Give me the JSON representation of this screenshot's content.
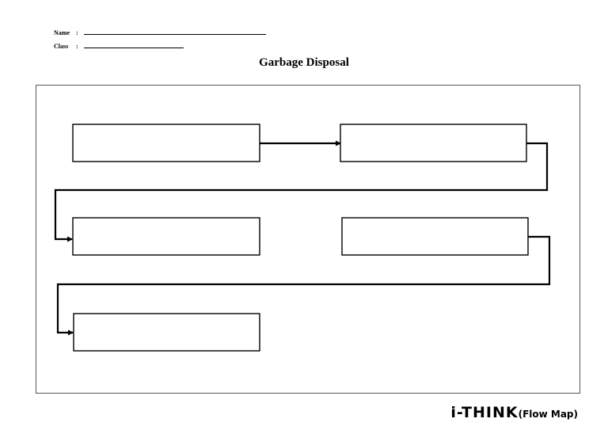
{
  "header": {
    "name_label": "Name",
    "class_label": "Class",
    "separator": ":"
  },
  "title": "Garbage Disposal",
  "flow_map": {
    "boxes": [
      {
        "id": 1,
        "text": ""
      },
      {
        "id": 2,
        "text": ""
      },
      {
        "id": 3,
        "text": ""
      },
      {
        "id": 4,
        "text": ""
      },
      {
        "id": 5,
        "text": ""
      }
    ]
  },
  "brand": {
    "logo": "i-THINK",
    "subtitle": "(Flow Map)"
  }
}
